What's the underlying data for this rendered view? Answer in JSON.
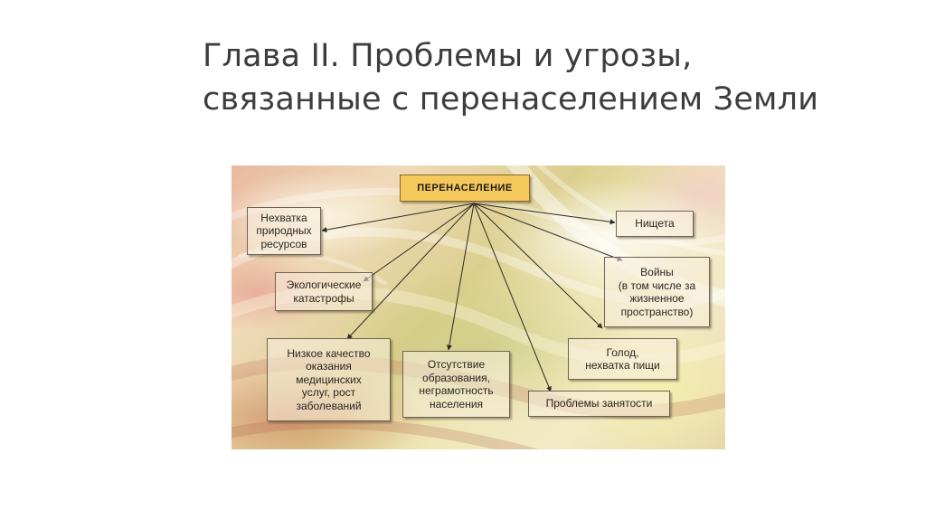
{
  "slide": {
    "title_line1": "Глава II. Проблемы и угрозы,",
    "title_line2": "связанные с перенаселением Земли"
  },
  "diagram": {
    "center": "ПЕРЕНАСЕЛЕНИЕ",
    "nodes": {
      "resources": {
        "line1": "Нехватка",
        "line2": "природных",
        "line3": "ресурсов"
      },
      "eco": {
        "line1": "Экологические",
        "line2": "катастрофы"
      },
      "medicine": {
        "line1": "Низкое качество",
        "line2": "оказания",
        "line3": "медицинских",
        "line4": "услуг, рост",
        "line5": "заболеваний"
      },
      "education": {
        "line1": "Отсутствие",
        "line2": "образования,",
        "line3": "неграмотность",
        "line4": "населения"
      },
      "employment": {
        "line1": "Проблемы занятости"
      },
      "hunger": {
        "line1": "Голод,",
        "line2": "нехватка пищи"
      },
      "wars": {
        "line1": "Войны",
        "line2": "(в том числе за",
        "line3": "жизненное",
        "line4": "пространство)"
      },
      "poverty": {
        "line1": "Нищета"
      }
    }
  }
}
